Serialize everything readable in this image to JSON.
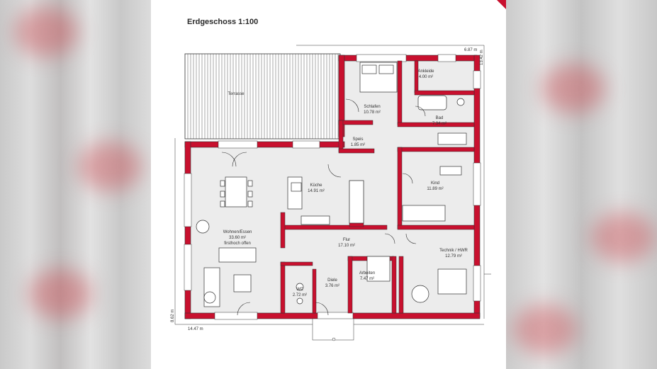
{
  "title": "Erdgeschoss 1:100",
  "dimensions": {
    "top_width": "6.87 m",
    "right_height": "13.42 m",
    "left_height": "8.62 m",
    "bottom_width": "14.47 m"
  },
  "rooms": {
    "terrasse": {
      "name": "Terrasse"
    },
    "schlafen": {
      "name": "Schlafen",
      "area": "10.78 m²"
    },
    "ankleide": {
      "name": "Ankleide",
      "area": "4.00 m²"
    },
    "bad": {
      "name": "Bad",
      "area": "7.34 m²"
    },
    "speis": {
      "name": "Speis",
      "area": "1.85 m²"
    },
    "kueche": {
      "name": "Küche",
      "area": "14.91 m²"
    },
    "kind": {
      "name": "Kind",
      "area": "11.89 m²"
    },
    "wohnen": {
      "name": "Wohnen/Essen",
      "area": "33.60 m²",
      "note": "firsthoch offen"
    },
    "flur": {
      "name": "Flur",
      "area": "17.10 m²"
    },
    "technik": {
      "name": "Technik / HWR",
      "area": "12.79 m²"
    },
    "arbeiten": {
      "name": "Arbeiten",
      "area": "7.47 m²"
    },
    "diele": {
      "name": "Diele",
      "area": "3.76 m²"
    },
    "wc": {
      "name": "WC",
      "area": "2.72 m²"
    }
  },
  "colors": {
    "wall": "#c8102e",
    "floor": "#ececec",
    "line": "#333333"
  }
}
